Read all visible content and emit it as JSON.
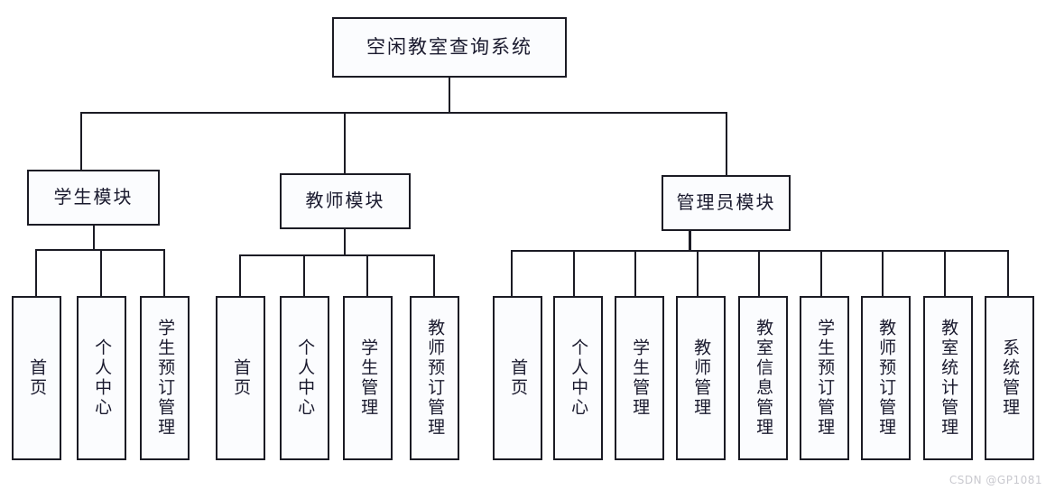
{
  "diagram": {
    "title": "空闲教室查询系统",
    "type": "org-chart",
    "root": {
      "label": "空闲教室查询系统"
    },
    "modules": [
      {
        "id": "student",
        "label": "学生模块",
        "children": [
          {
            "label": "首页"
          },
          {
            "label": "个人中心"
          },
          {
            "label": "学生预订管理"
          }
        ]
      },
      {
        "id": "teacher",
        "label": "教师模块",
        "children": [
          {
            "label": "首页"
          },
          {
            "label": "个人中心"
          },
          {
            "label": "学生管理"
          },
          {
            "label": "教师预订管理"
          }
        ]
      },
      {
        "id": "admin",
        "label": "管理员模块",
        "children": [
          {
            "label": "首页"
          },
          {
            "label": "个人中心"
          },
          {
            "label": "学生管理"
          },
          {
            "label": "教师管理"
          },
          {
            "label": "教室信息管理"
          },
          {
            "label": "学生预订管理"
          },
          {
            "label": "教师预订管理"
          },
          {
            "label": "教室统计管理"
          },
          {
            "label": "系统管理"
          }
        ]
      }
    ],
    "colors": {
      "stroke": "#1b1b24",
      "fill": "#fbfcfe",
      "text": "#1a1a2e",
      "background": "#ffffff",
      "watermark": "#c9c9cf"
    }
  },
  "watermark": {
    "text": "CSDN @GP1081"
  }
}
